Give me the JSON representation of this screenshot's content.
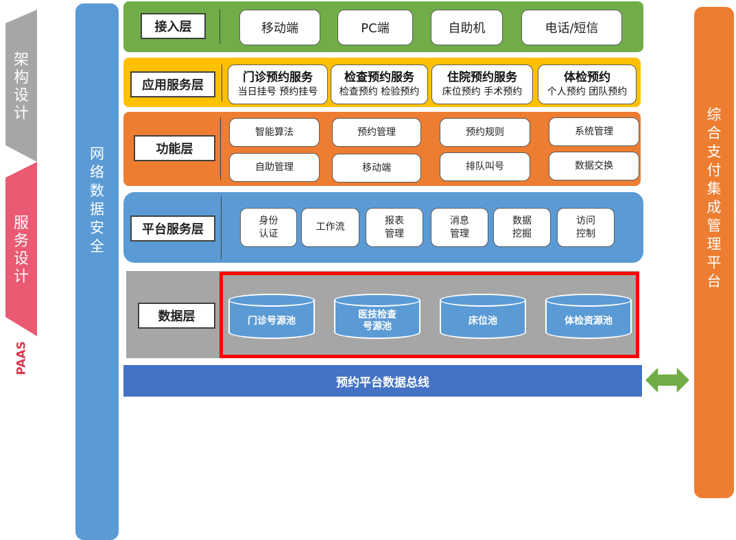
{
  "left_labels": {
    "design_arch": [
      "架",
      "构",
      "设",
      "计"
    ],
    "design_service": [
      "服",
      "务",
      "设",
      "计"
    ],
    "paas": "PAAS"
  },
  "side_bars": {
    "security": [
      "网",
      "络",
      "数",
      "据",
      "安",
      "全"
    ],
    "payment": [
      "综",
      "合",
      "支",
      "付",
      "集",
      "成",
      "管",
      "理",
      "平",
      "台"
    ]
  },
  "access_layer": {
    "label": "接入层",
    "items": [
      "移动端",
      "PC端",
      "自助机",
      "电话/短信"
    ]
  },
  "app_layer": {
    "label": "应用服务层",
    "services": [
      {
        "title": "门诊预约服务",
        "sub": "当日挂号 预约挂号"
      },
      {
        "title": "检查预约服务",
        "sub": "检查预约 检验预约"
      },
      {
        "title": "住院预约服务",
        "sub": "床位预约 手术预约"
      },
      {
        "title": "体检预约",
        "sub": "个人预约 团队预约"
      }
    ]
  },
  "function_layer": {
    "label": "功能层",
    "items": [
      "智能算法",
      "预约管理",
      "预约规则",
      "系统管理",
      "自助管理",
      "移动端",
      "排队叫号",
      "数据交换"
    ]
  },
  "platform_layer": {
    "label": "平台服务层",
    "items": [
      [
        "身份",
        "认证"
      ],
      [
        "工作流"
      ],
      [
        "报表",
        "管理"
      ],
      [
        "消息",
        "管理"
      ],
      [
        "数据",
        "挖掘"
      ],
      [
        "访问",
        "控制"
      ]
    ]
  },
  "data_layer": {
    "label": "数据层",
    "pools": [
      [
        "门诊号源池"
      ],
      [
        "医技检查",
        "号源池"
      ],
      [
        "床位池"
      ],
      [
        "体检资源池"
      ]
    ]
  },
  "bus": "预约平台数据总线",
  "colors": {
    "access": "#70ad47",
    "app": "#ffc000",
    "function": "#ed7d31",
    "platform": "#5b9bd5",
    "data": "#a6a6a6",
    "highlight": "#ff0000",
    "bus": "#4472c4",
    "arrow": "#70ad47"
  }
}
